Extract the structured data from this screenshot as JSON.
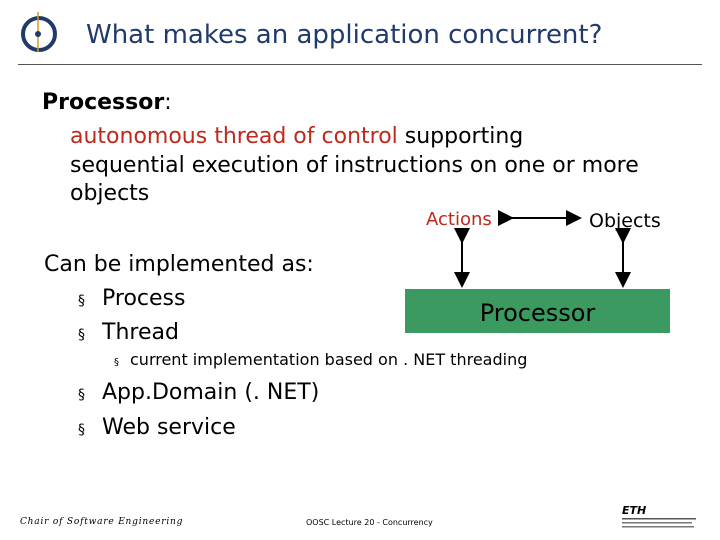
{
  "header": {
    "title": "What makes an application concurrent?",
    "logo_icon": "orbit-circle-icon",
    "accent_color": "#1f3a6b"
  },
  "body": {
    "processor_heading": "Processor",
    "colon": ":",
    "definition_red": "autonomous thread of control",
    "definition_rest": "supporting",
    "definition_line2": "sequential execution of instructions on one or more",
    "definition_line3": "objects",
    "implemented_as": "Can be implemented as:",
    "bullet_glyph": "§",
    "items": [
      {
        "label": "Process"
      },
      {
        "label": "Thread"
      }
    ],
    "sub_item": "current implementation based on . NET threading",
    "items2": [
      {
        "label": "App.Domain (. NET)"
      },
      {
        "label": "Web service"
      }
    ],
    "highlight_color": "#c0281c"
  },
  "diagram": {
    "actions": "Actions",
    "objects": "Objects",
    "processor": "Processor",
    "box_color": "#3a9a60"
  },
  "footer": {
    "left": "Chair of Software Engineering",
    "middle": "OOSC Lecture 20 - Concurrency",
    "eth_logo": "ETH"
  }
}
